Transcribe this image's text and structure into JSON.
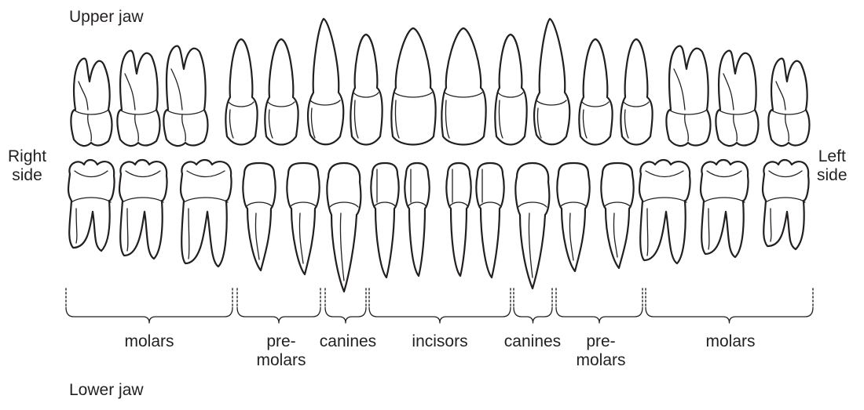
{
  "labels": {
    "upper_jaw": "Upper jaw",
    "lower_jaw": "Lower jaw",
    "right_side": "Right\nside",
    "left_side": "Left\nside"
  },
  "groups": [
    {
      "label": "molars",
      "upper": [
        "upper-right-third-molar",
        "upper-right-second-molar",
        "upper-right-first-molar"
      ],
      "lower": [
        "lower-right-third-molar",
        "lower-right-second-molar",
        "lower-right-first-molar"
      ]
    },
    {
      "label": "pre-\nmolars",
      "upper": [
        "upper-right-second-premolar",
        "upper-right-first-premolar"
      ],
      "lower": [
        "lower-right-second-premolar",
        "lower-right-first-premolar"
      ]
    },
    {
      "label": "canines",
      "upper": [
        "upper-right-canine"
      ],
      "lower": [
        "lower-right-canine"
      ]
    },
    {
      "label": "incisors",
      "upper": [
        "upper-right-lateral-incisor",
        "upper-right-central-incisor",
        "upper-left-central-incisor",
        "upper-left-lateral-incisor"
      ],
      "lower": [
        "lower-right-lateral-incisor",
        "lower-right-central-incisor",
        "lower-left-central-incisor",
        "lower-left-lateral-incisor"
      ]
    },
    {
      "label": "canines",
      "upper": [
        "upper-left-canine"
      ],
      "lower": [
        "lower-left-canine"
      ]
    },
    {
      "label": "pre-\nmolars",
      "upper": [
        "upper-left-first-premolar",
        "upper-left-second-premolar"
      ],
      "lower": [
        "lower-left-first-premolar",
        "lower-left-second-premolar"
      ]
    },
    {
      "label": "molars",
      "upper": [
        "upper-left-first-molar",
        "upper-left-second-molar",
        "upper-left-third-molar"
      ],
      "lower": [
        "lower-left-first-molar",
        "lower-left-second-molar",
        "lower-left-third-molar"
      ]
    }
  ]
}
